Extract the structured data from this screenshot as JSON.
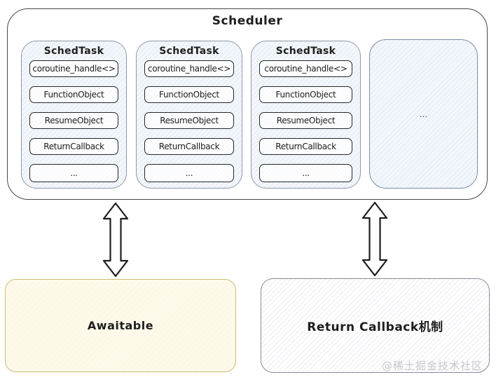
{
  "diagram": {
    "scheduler": {
      "title": "Scheduler",
      "tasks": [
        {
          "title": "SchedTask",
          "items": [
            "coroutine_handle<>",
            "FunctionObject",
            "ResumeObject",
            "ReturnCallback",
            "..."
          ]
        },
        {
          "title": "SchedTask",
          "items": [
            "coroutine_handle<>",
            "FunctionObject",
            "ResumeObject",
            "ReturnCallback",
            "..."
          ]
        },
        {
          "title": "SchedTask",
          "items": [
            "coroutine_handle<>",
            "FunctionObject",
            "ResumeObject",
            "ReturnCallback",
            "..."
          ]
        }
      ],
      "overflow_label": "..."
    },
    "awaitable": {
      "label": "Awaitable"
    },
    "return_callback": {
      "label": "Return Callback机制"
    },
    "watermark": "@稀土掘金技术社区",
    "colors": {
      "scheduler_border": "#44474c",
      "task_card_fill": "#f3f7fb",
      "task_card_border": "#8e99a6",
      "task_item_border": "#26282b",
      "awaitable_fill": "#fdfaeb",
      "awaitable_border": "#cabc74",
      "return_fill": "#ffffff",
      "return_border": "#8f8899",
      "arrow_stroke": "#1e1e1e",
      "watermark_color": "#c8c5cb"
    }
  }
}
